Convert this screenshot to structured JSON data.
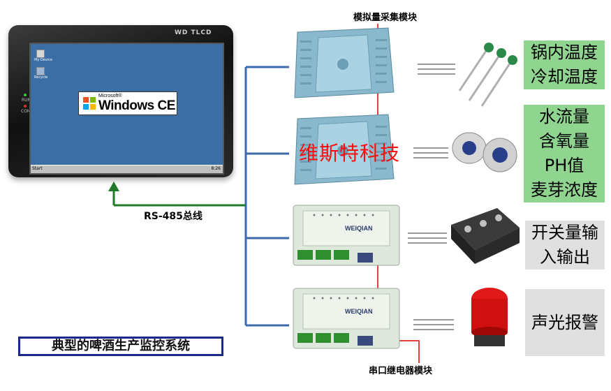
{
  "hmi": {
    "brand": "WD TLCD",
    "led_run": "RUN",
    "led_com": "COM",
    "desktop_icon_1": "My Device",
    "desktop_icon_2": "Recycle",
    "logo_small": "Microsoft®",
    "logo_big": "Windows CE",
    "taskbar_start": "Start",
    "taskbar_clock": "8:26"
  },
  "bus_label": "RS-485总线",
  "analog_module_caption": "模拟量采集模块",
  "relay_module_caption": "串口继电器模块",
  "watermark": "维斯特科技",
  "relay_brand": "WEIQIAN",
  "labels": {
    "temperature": [
      "锅内温度",
      "冷却温度"
    ],
    "flow": [
      "水流量",
      "含氧量",
      "PH值",
      "麦芽浓度"
    ],
    "switch": [
      "开关量输",
      "入输出"
    ],
    "alarm": [
      "声光报警"
    ]
  },
  "diagram_title": "典型的啤酒生产监控系统",
  "colors": {
    "bus_line": "#3d6aa8",
    "green_line": "#1f7a2a",
    "red_line": "#e00000",
    "label_green": "#8fd48f",
    "label_gray": "#e0e0e0",
    "title_border": "#1a2a8a"
  }
}
